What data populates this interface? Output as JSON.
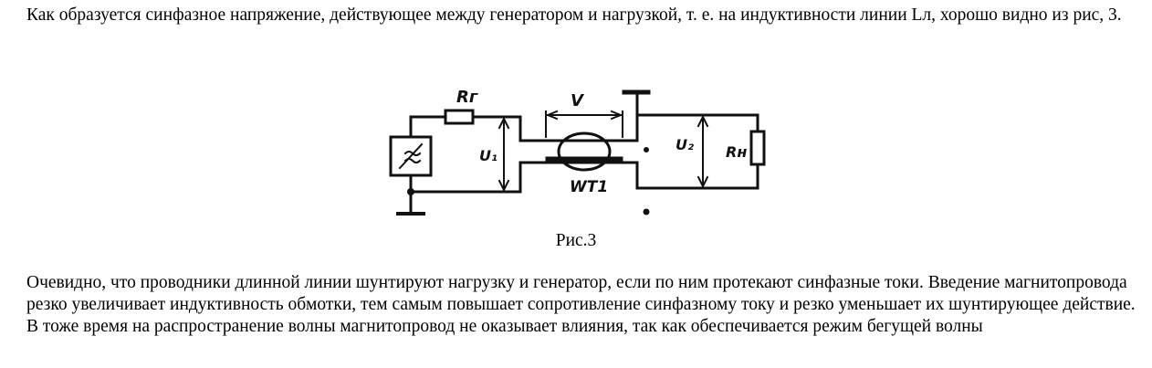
{
  "document": {
    "paragraph_top": "Как образуется синфазное напряжение, действующее между генератором и нагрузкой, т. е. на индуктивности линии Lл, хорошо видно из рис, 3.",
    "figure": {
      "caption": "Рис.3",
      "labels": {
        "rg": "Rг",
        "v": "V",
        "u1": "U₁",
        "u2": "U₂",
        "rn": "Rн",
        "wt1": "WT1"
      }
    },
    "paragraph_bottom": "Очевидно, что проводники длинной линии шунтируют нагрузку и генератор, если по ним протекают синфазные токи. Введение магнитопровода резко увеличивает индуктивность обмотки, тем самым повышает сопротивление синфазному току и резко уменьшает их шунтирующее действие. В тоже время на распространение волны магнитопровод не оказывает влияния, так как обеспечивается режим бегущей волны"
  }
}
